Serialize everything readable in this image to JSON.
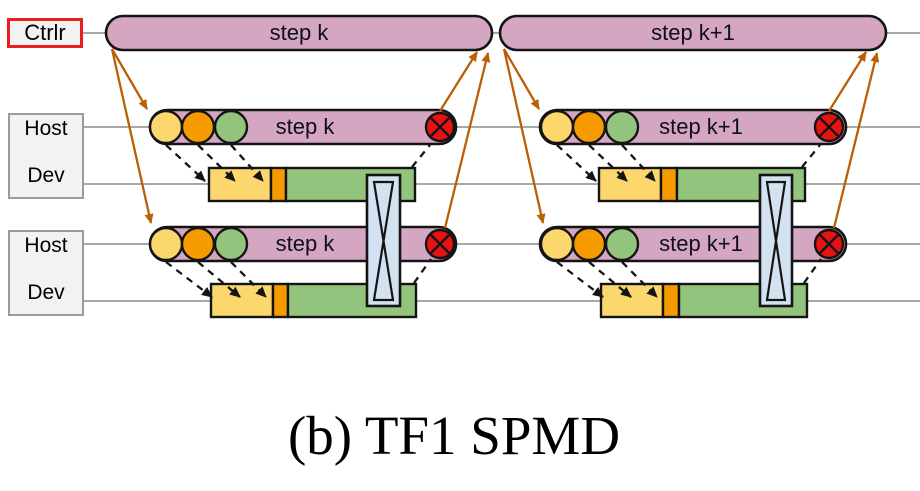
{
  "caption": "(b) TF1 SPMD",
  "labels": {
    "controller": "Ctrlr",
    "host": "Host",
    "dev": "Dev"
  },
  "steps": {
    "k": "step k",
    "k1": "step k+1"
  },
  "colors": {
    "step_pill_fill": "#d5a6c2",
    "pill_border": "#141414",
    "op_yellow": "#fcd76d",
    "op_orange": "#f59b00",
    "op_green": "#93c47d",
    "blocked_red": "#e81212",
    "allreduce_blue_fill": "#d3e1f0",
    "control_arrow_orange": "#bb5e06",
    "timeline_gray": "#a8a8a8",
    "label_box_fill": "#f2f2f2",
    "label_box_border": "#9b9b9b",
    "controller_box_border": "#ee1c1c"
  },
  "icons": {
    "blocked_op": "red-circle-x-icon",
    "allreduce": "hourglass-x-box-icon",
    "dispatch": "dashed-arrow",
    "control": "solid-orange-arrow"
  }
}
